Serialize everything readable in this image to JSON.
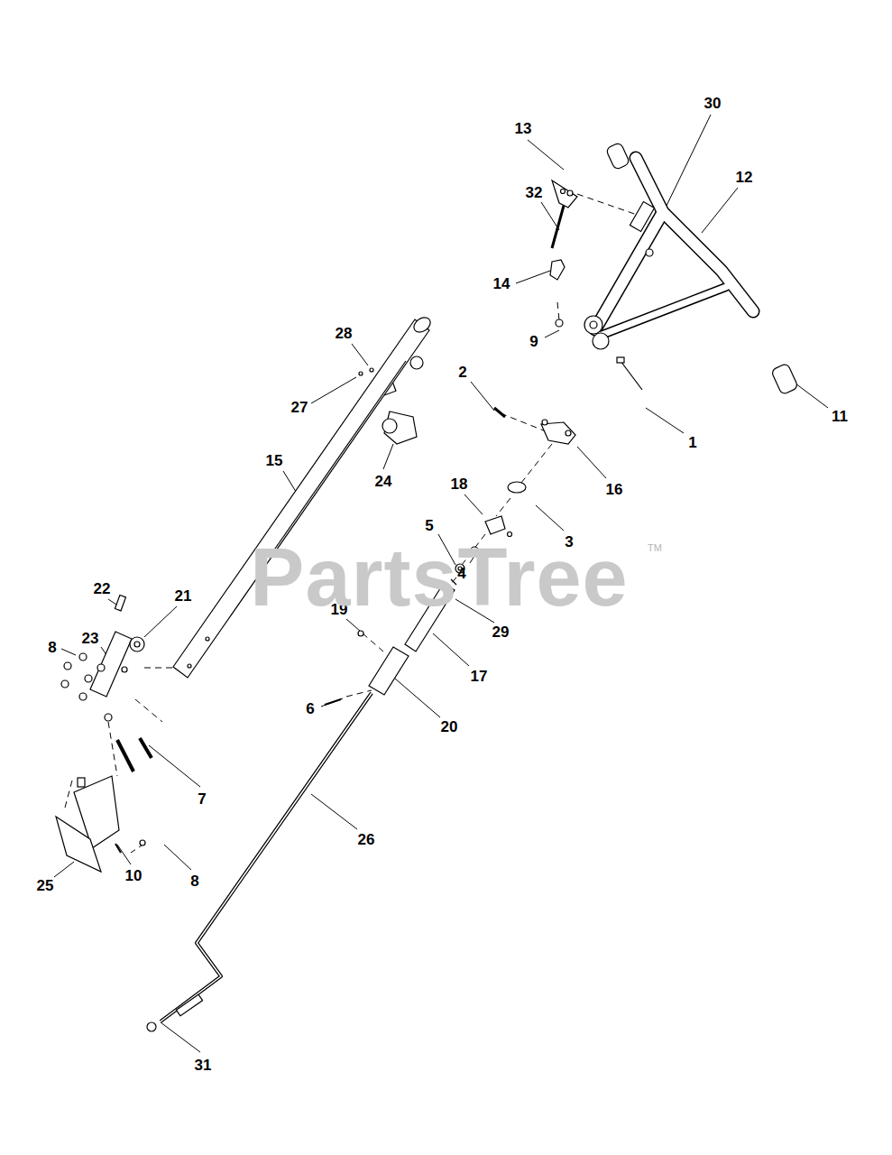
{
  "diagram": {
    "labels": [
      "30",
      "13",
      "12",
      "32",
      "14",
      "9",
      "11",
      "1",
      "28",
      "2",
      "27",
      "16",
      "24",
      "15",
      "18",
      "3",
      "5",
      "4",
      "29",
      "22",
      "21",
      "23",
      "8",
      "19",
      "17",
      "6",
      "20",
      "7",
      "26",
      "25",
      "10",
      "8",
      "31",
      "PartsTree",
      "TM"
    ]
  }
}
